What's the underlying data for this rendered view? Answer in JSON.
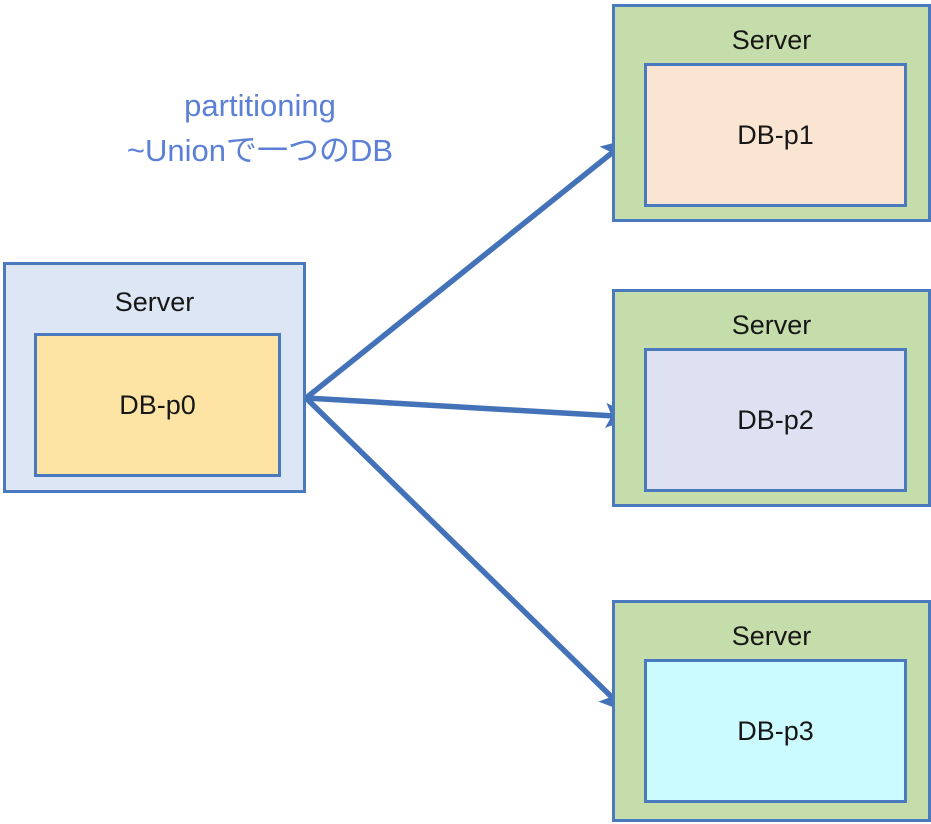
{
  "diagram": {
    "title_annotation": {
      "line1": "partitioning",
      "line2": "~Unionで一つのDB",
      "color": "#5c80d6"
    },
    "source": {
      "server_label": "Server",
      "db_label": "DB-p0",
      "server_fill": "#dce6f4",
      "db_fill": "#fde4a4",
      "border_color": "#4a7abd"
    },
    "targets": [
      {
        "server_label": "Server",
        "db_label": "DB-p1",
        "server_fill": "#c5ddaa",
        "db_fill": "#fae5d3",
        "border_color": "#4a7abd"
      },
      {
        "server_label": "Server",
        "db_label": "DB-p2",
        "server_fill": "#c5ddaa",
        "db_fill": "#dde1f2",
        "border_color": "#4a7abd"
      },
      {
        "server_label": "Server",
        "db_label": "DB-p3",
        "server_fill": "#c5ddaa",
        "db_fill": "#ccfbff",
        "border_color": "#4a7abd"
      }
    ],
    "arrows": {
      "color": "#4372b8",
      "count": 3,
      "origin_label": "DB-p0",
      "target_labels": [
        "DB-p1",
        "DB-p2",
        "DB-p3"
      ]
    }
  }
}
